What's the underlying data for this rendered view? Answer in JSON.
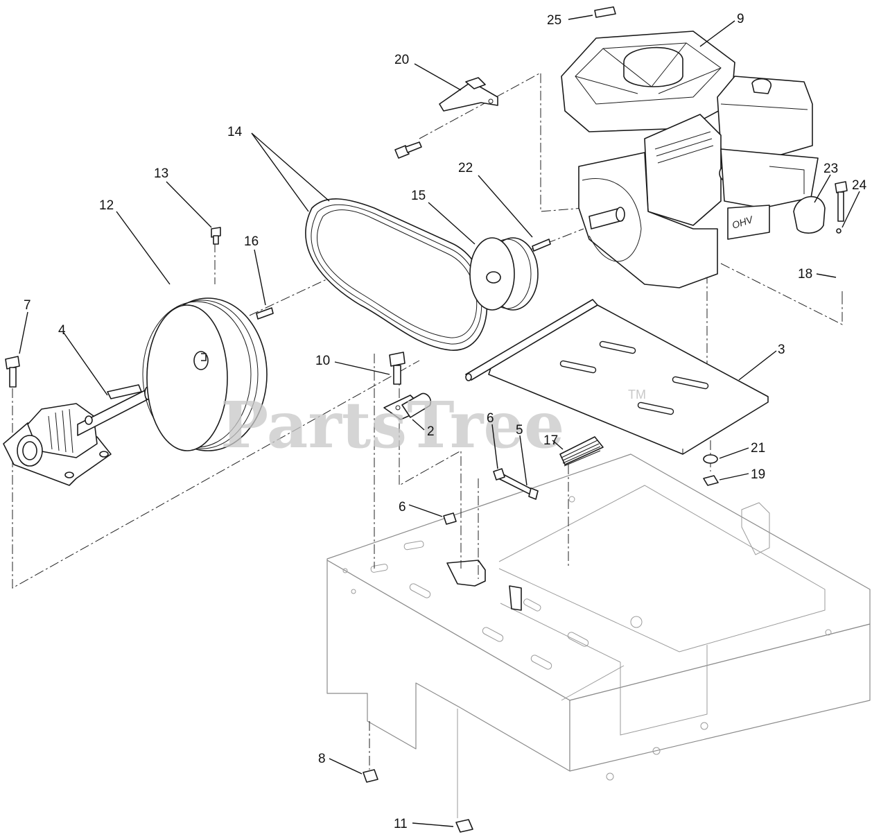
{
  "watermark": {
    "text": "PartsTree",
    "tm": "TM"
  },
  "callouts": [
    "2",
    "3",
    "4",
    "5",
    "6",
    "6",
    "7",
    "8",
    "9",
    "10",
    "11",
    "12",
    "13",
    "14",
    "15",
    "16",
    "17",
    "18",
    "19",
    "20",
    "21",
    "22",
    "23",
    "24",
    "25"
  ]
}
